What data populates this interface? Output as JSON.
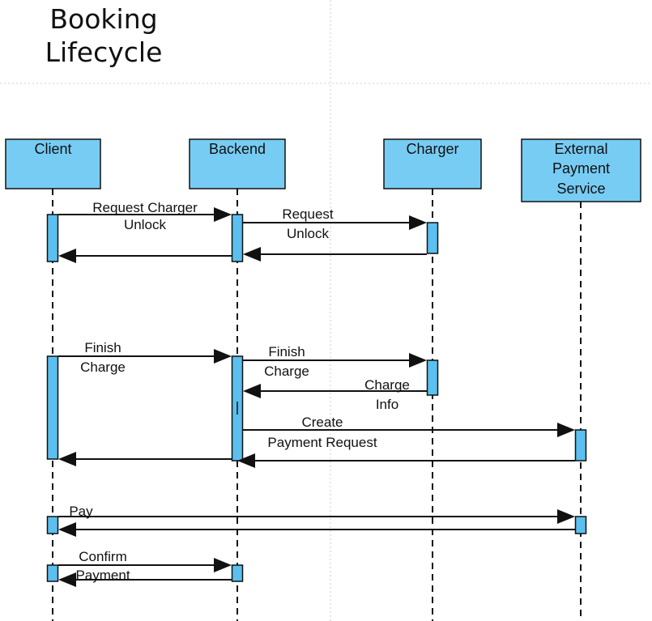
{
  "title": {
    "line1": "Booking",
    "line2": "Lifecycle"
  },
  "colors": {
    "participant_fill": "#77ccf4",
    "activation_fill": "#5bbfef",
    "stroke": "#111111",
    "guide": "#cccccc"
  },
  "participants": [
    {
      "id": "client",
      "lines": [
        "Client"
      ]
    },
    {
      "id": "backend",
      "lines": [
        "Backend"
      ]
    },
    {
      "id": "charger",
      "lines": [
        "Charger"
      ]
    },
    {
      "id": "payment",
      "lines": [
        "External",
        "Payment",
        "Service"
      ]
    }
  ],
  "messages": [
    {
      "id": "request-charger-unlock",
      "from": "client",
      "to": "backend",
      "lines": [
        "Request Charger",
        "Unlock"
      ]
    },
    {
      "id": "request-unlock",
      "from": "backend",
      "to": "charger",
      "lines": [
        "Request",
        "Unlock"
      ]
    },
    {
      "id": "unlock-reply-backend",
      "from": "charger",
      "to": "backend",
      "lines": []
    },
    {
      "id": "unlock-reply-client",
      "from": "backend",
      "to": "client",
      "lines": []
    },
    {
      "id": "finish-charge-client",
      "from": "client",
      "to": "backend",
      "lines": [
        "Finish",
        "Charge"
      ]
    },
    {
      "id": "finish-charge-backend",
      "from": "backend",
      "to": "charger",
      "lines": [
        "Finish",
        "Charge"
      ]
    },
    {
      "id": "charge-info",
      "from": "charger",
      "to": "backend",
      "lines": [
        "Charge",
        "Info"
      ]
    },
    {
      "id": "create-payment-request",
      "from": "backend",
      "to": "payment",
      "lines": [
        "Create",
        "Payment Request"
      ]
    },
    {
      "id": "payment-request-reply",
      "from": "payment",
      "to": "backend",
      "lines": []
    },
    {
      "id": "finish-charge-reply",
      "from": "backend",
      "to": "client",
      "lines": []
    },
    {
      "id": "pay",
      "from": "client",
      "to": "payment",
      "lines": [
        "Pay"
      ]
    },
    {
      "id": "pay-reply",
      "from": "payment",
      "to": "client",
      "lines": []
    },
    {
      "id": "confirm-payment",
      "from": "client",
      "to": "backend",
      "lines": [
        "Confirm",
        "Payment"
      ]
    },
    {
      "id": "confirm-payment-reply",
      "from": "backend",
      "to": "client",
      "lines": []
    }
  ]
}
